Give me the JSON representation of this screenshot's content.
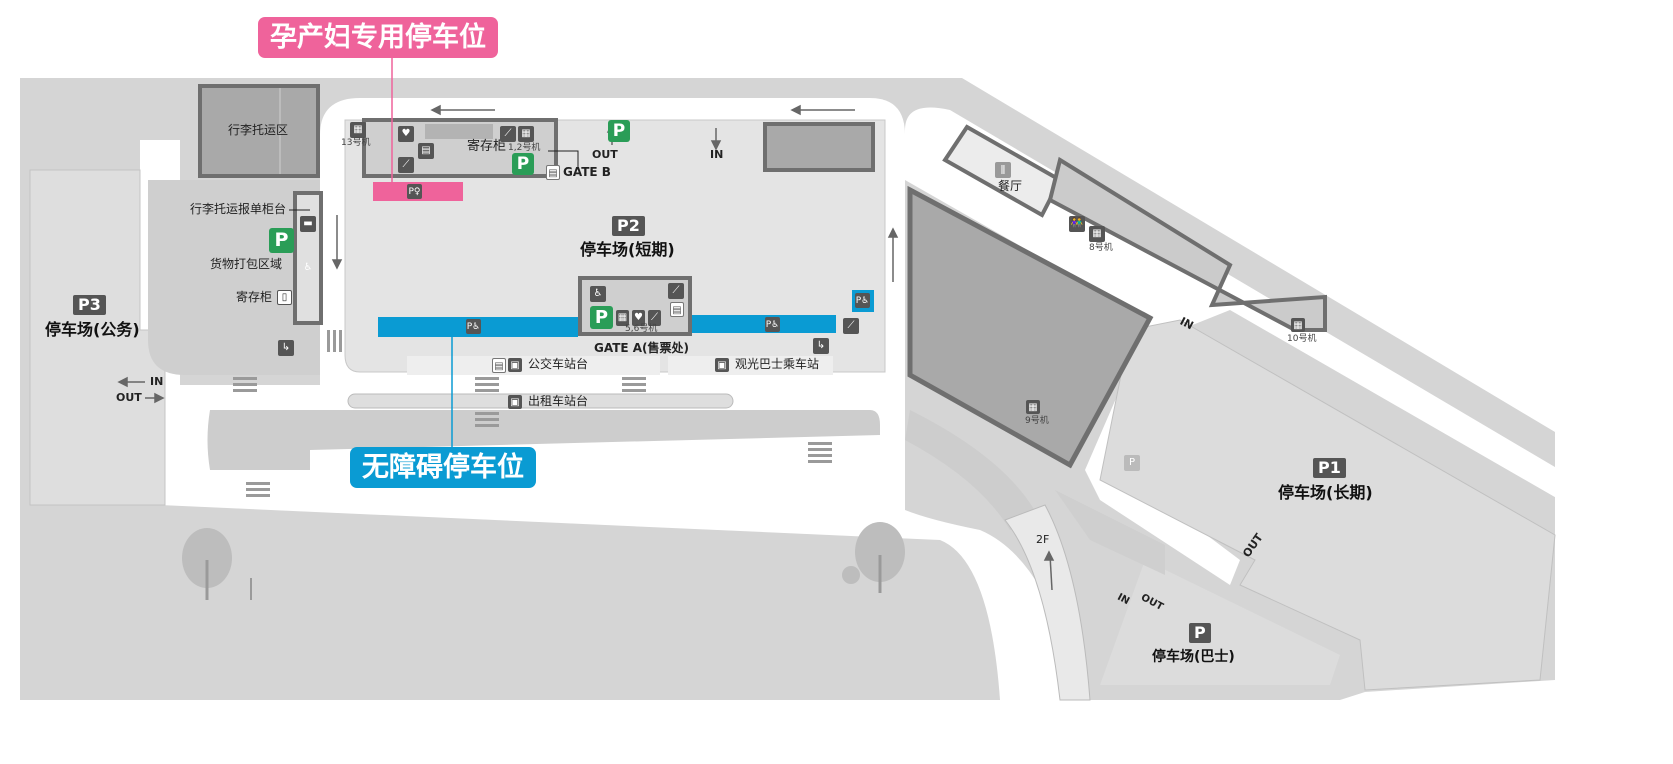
{
  "colors": {
    "ground": "#d5d5d5",
    "building": "#6f6f6f",
    "building_fill": "#a9a9a9",
    "maternity": "#ef639b",
    "accessible": "#0a9bd3",
    "green_p": "#2a9d57"
  },
  "callouts": {
    "maternity": "孕产妇专用停车位",
    "accessible": "无障碍停车位"
  },
  "p3": {
    "tag": "P3",
    "name": "停车场(公务)",
    "in": "IN",
    "out": "OUT"
  },
  "luggage": {
    "area": "行李托运区",
    "counter": "行李托运报单柜台",
    "packing": "货物打包区域",
    "locker": "寄存柜"
  },
  "p2": {
    "tag": "P2",
    "name": "停车场(短期)",
    "locker": "寄存柜",
    "gate_b": "GATE B",
    "gate_a": "GATE A(售票处)",
    "out": "OUT",
    "in": "IN",
    "elevator_13": "13号机",
    "elevator_12": "1,2号机",
    "elevator_56": "5,6号机"
  },
  "stops": {
    "bus": "公交车站台",
    "sightseeing": "观光巴士乘车站",
    "taxi": "出租车站台"
  },
  "right": {
    "restaurant": "餐厅",
    "elevator_8": "8号机",
    "elevator_9": "9号机",
    "elevator_10": "10号机",
    "in": "IN",
    "out": "OUT"
  },
  "p1": {
    "tag": "P1",
    "name": "停车场(长期)",
    "out": "OUT"
  },
  "bus_park": {
    "tag": "P",
    "name": "停车场(巴士)",
    "in": "IN",
    "out": "OUT"
  },
  "ramp": {
    "level": "2F"
  }
}
